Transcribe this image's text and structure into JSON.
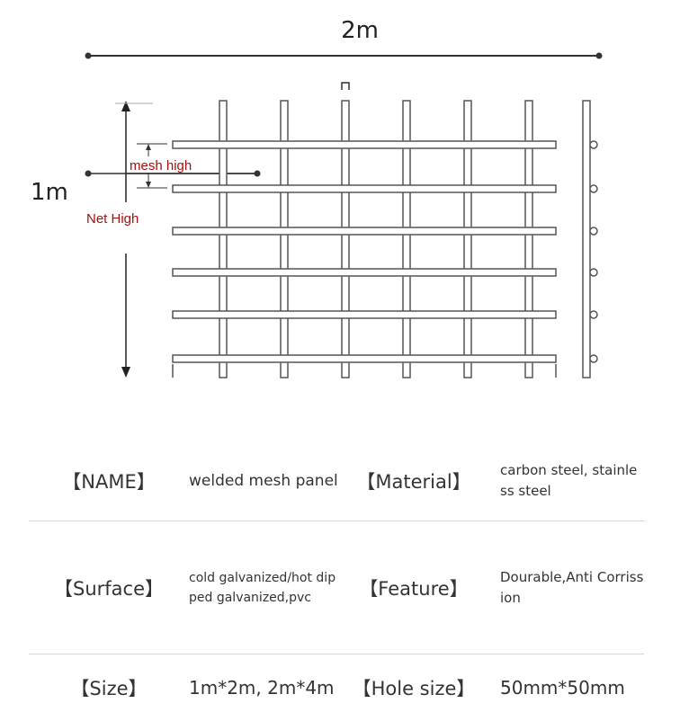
{
  "diagram": {
    "width_label": "2m",
    "height_label": "1m",
    "mesh_label": "mesh high",
    "net_label": "Net High",
    "accent_color": "#a01010",
    "wire_color": "#555555"
  },
  "specs": [
    {
      "label1": "【NAME】",
      "value1": "welded mesh panel",
      "label2": "【Material】",
      "value2": "carbon steel, stainless steel"
    },
    {
      "label1": "【Surface】",
      "value1": "cold galvanized/hot dipped galvanized,pvc",
      "label2": "【Feature】",
      "value2": "Dourable,Anti Corrission"
    },
    {
      "label1": "【Size】",
      "value1": "1m*2m, 2m*4m",
      "label2": "【Hole size】",
      "value2": "50mm*50mm"
    }
  ]
}
